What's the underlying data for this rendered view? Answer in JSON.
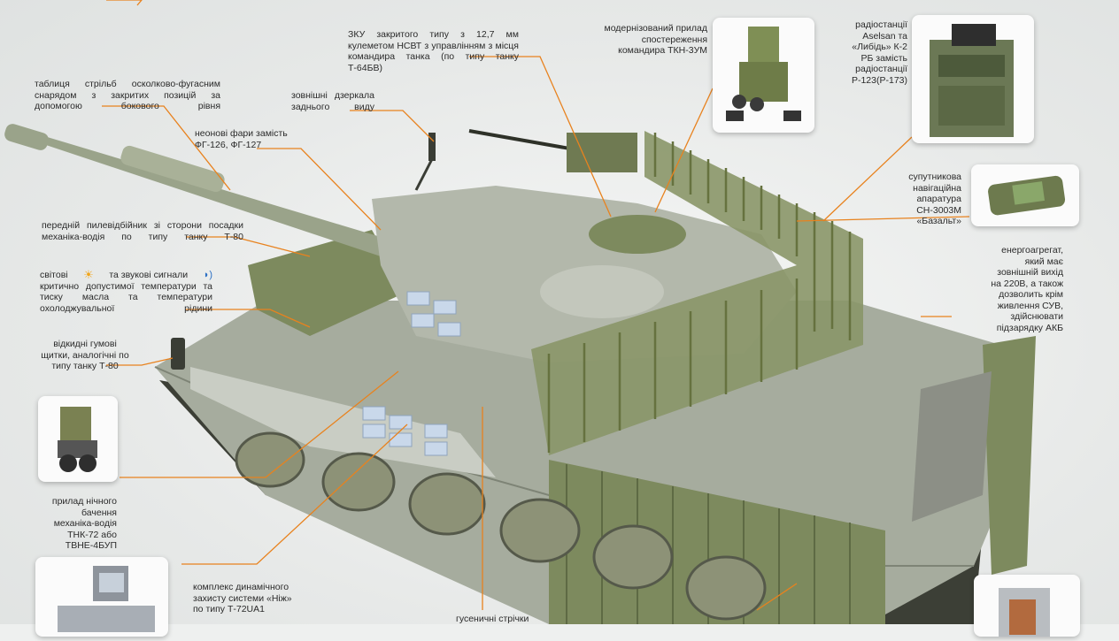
{
  "accent_color": "#e8821e",
  "labels": {
    "aa_gun": "ЗКУ закритого типу з 12,7 мм кулеметом НСВТ з управлінням з місця командира танка (по типу танку Т-64БВ)",
    "tkn": "модернізований прилад спостереження командира ТКН-3УМ",
    "radio": "радіостанції Aselsan та «Либідь» К-2 РБ замість радіостанції Р-123(Р-173)",
    "firing_table": "таблиця стрільб осколково-фугасним снарядом з закритих позицій за допомогою бокового рівня",
    "mirrors": "зовнішні дзеркала заднього виду",
    "neon": "неонові фари замість ФГ-126, ФГ-127",
    "satnav": "супутникова навігаційна апаратура СН-3003М «Базальт»",
    "mudguard": "передній пилевідбійник зі сторони посадки механіка-водія по типу танку Т-80",
    "signals_a": "світові",
    "signals_b": "та звукові сигнали",
    "signals_rest": "критично допустимої температури та тиску масла та температури охолоджувальної рідини",
    "generator": "енергоагрегат, який має зовнішній вихід на 220В, а також дозволить крім живлення СУВ, здійснювати підзарядку АКБ",
    "rubber": "відкидні гумові щитки, аналогічні по типу танку Т-80",
    "night": "прилад нічного бачення механіка-водія ТНК-72 або ТВНЕ-4БУП",
    "era": "комплекс динамічного захисту системи «Ніж» по типу Т-72UA1",
    "tracks": "гусеничні стрічки"
  },
  "icons": [
    "sun-icon",
    "sound-icon",
    "tank-illustration",
    "tkn-device-image",
    "radio-image",
    "gps-device-image",
    "night-vision-image",
    "sight-device-image",
    "camera-device-image"
  ]
}
